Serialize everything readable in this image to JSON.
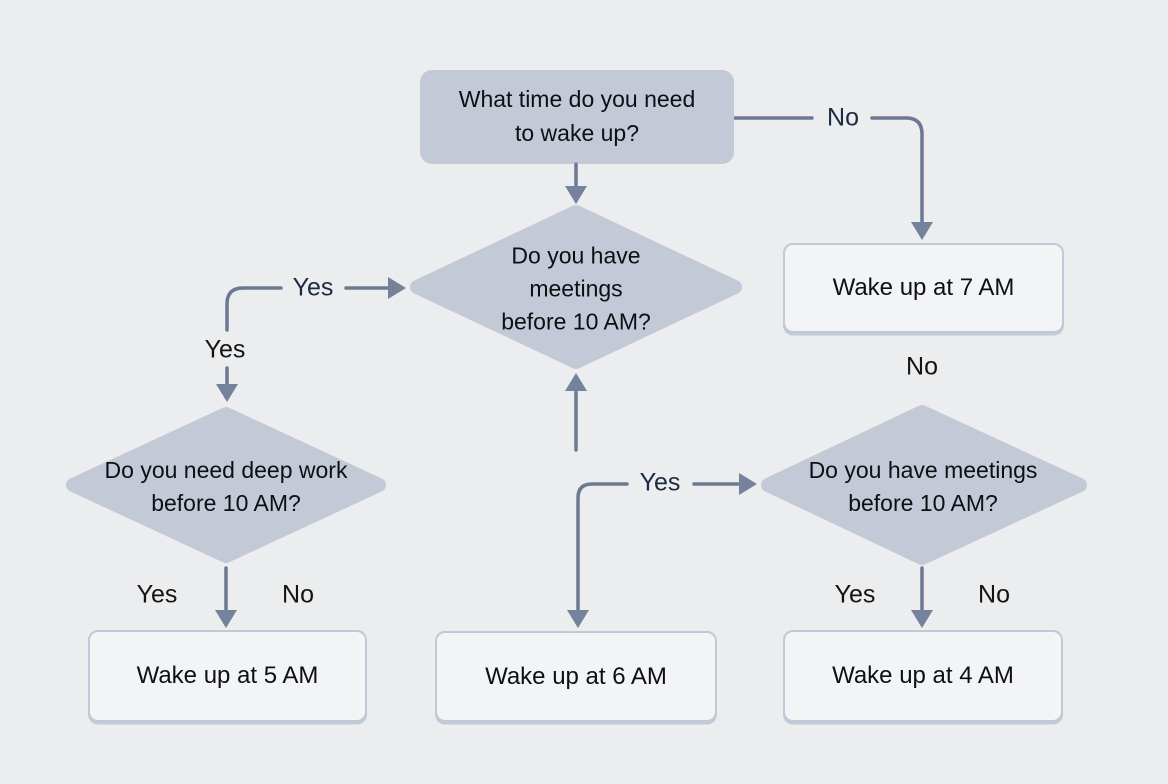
{
  "palette": {
    "background": "#ecedef",
    "node_fill": "#c3c9d6",
    "result_fill": "#f3f4f6",
    "result_border": "#c0c9d7",
    "connector": "#6b7992",
    "label_navy": "#1c2a42",
    "label_black": "#131313"
  },
  "nodes": {
    "start": {
      "type": "process",
      "label": "What time do you need\nto wake up?"
    },
    "decision_center": {
      "type": "decision",
      "label": "Do you have\nmeetings\nbefore 10 AM?"
    },
    "decision_left": {
      "type": "decision",
      "label": "Do you need deep work\nbefore 10 AM?"
    },
    "decision_right": {
      "type": "decision",
      "label": "Do you have meetings\nbefore 10 AM?"
    },
    "wake_7am": {
      "type": "result",
      "label": "Wake up at 7 AM"
    },
    "wake_5am": {
      "type": "result",
      "label": "Wake up at 5 AM"
    },
    "wake_6am": {
      "type": "result",
      "label": "Wake up at 6 AM"
    },
    "wake_4am": {
      "type": "result",
      "label": "Wake up at 4 AM"
    }
  },
  "edge_labels": {
    "no_start_to_7am": "No",
    "yes_into_center_decision": "Yes",
    "yes_into_left_decision": "Yes",
    "no_above_right_decision": "No",
    "yes_to_right_decision": "Yes",
    "left_decision_yes": "Yes",
    "left_decision_no": "No",
    "right_decision_yes": "Yes",
    "right_decision_no": "No"
  }
}
